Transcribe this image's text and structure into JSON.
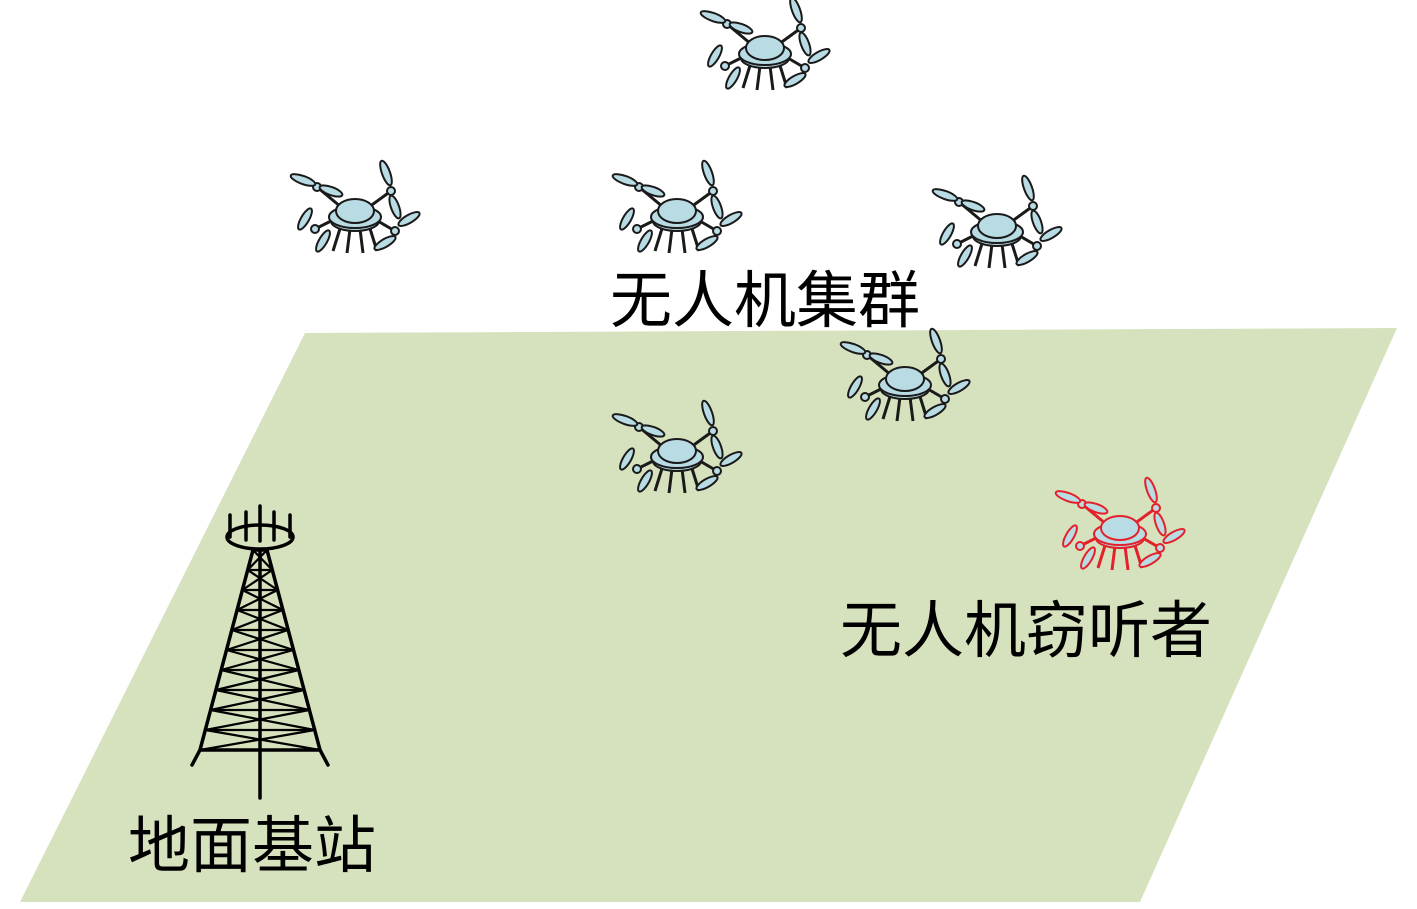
{
  "labels": {
    "swarm": "无人机集群",
    "eavesdropper": "无人机窃听者",
    "base_station": "地面基站"
  },
  "colors": {
    "ground": "#d6e2bd",
    "drone_fill": "#b9dbe4",
    "drone_stroke": "#1a1a1a",
    "eavesdropper_stroke": "#e3212b",
    "tower": "#000000"
  },
  "icons": {
    "drone": "quadcopter-drone-icon",
    "tower": "cell-tower-icon"
  }
}
